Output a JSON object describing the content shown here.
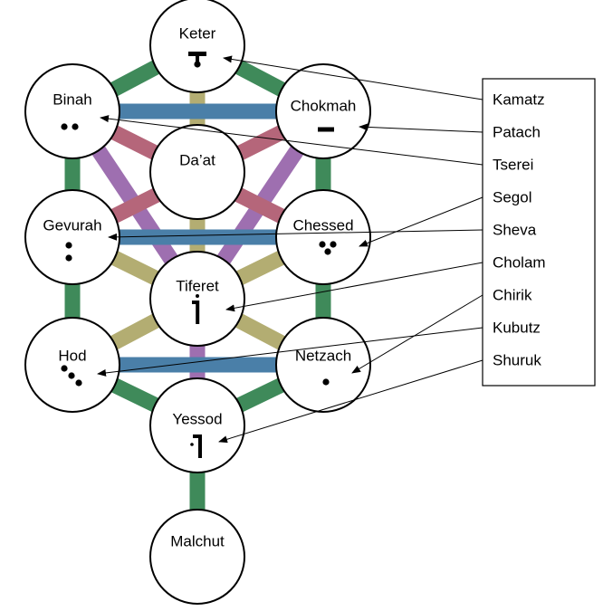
{
  "diagram": {
    "title": "Tree of Life with Hebrew vowel points",
    "colors": {
      "green": "#3f8a5a",
      "blue": "#4a7fa8",
      "olive": "#b3ad72",
      "rose": "#b5667a",
      "purple": "#9e6fb0",
      "outline": "#000000",
      "background": "#ffffff"
    },
    "sefirot": [
      {
        "id": "keter",
        "label": "Keter",
        "vowel": "Kamatz"
      },
      {
        "id": "binah",
        "label": "Binah",
        "vowel": "Tserei"
      },
      {
        "id": "chokmah",
        "label": "Chokmah",
        "vowel": "Patach"
      },
      {
        "id": "daat",
        "label": "Da’at",
        "vowel": ""
      },
      {
        "id": "gevurah",
        "label": "Gevurah",
        "vowel": "Sheva"
      },
      {
        "id": "chessed",
        "label": "Chessed",
        "vowel": "Segol"
      },
      {
        "id": "tiferet",
        "label": "Tiferet",
        "vowel": "Cholam"
      },
      {
        "id": "hod",
        "label": "Hod",
        "vowel": "Kubutz"
      },
      {
        "id": "netzach",
        "label": "Netzach",
        "vowel": "Chirik"
      },
      {
        "id": "yessod",
        "label": "Yessod",
        "vowel": "Shuruk"
      },
      {
        "id": "malchut",
        "label": "Malchut",
        "vowel": ""
      }
    ],
    "paths": [
      {
        "from": "keter",
        "to": "binah",
        "color": "green"
      },
      {
        "from": "keter",
        "to": "chokmah",
        "color": "green"
      },
      {
        "from": "keter",
        "to": "daat",
        "color": "olive"
      },
      {
        "from": "binah",
        "to": "chokmah",
        "color": "blue"
      },
      {
        "from": "binah",
        "to": "gevurah",
        "color": "green"
      },
      {
        "from": "chokmah",
        "to": "chessed",
        "color": "green"
      },
      {
        "from": "binah",
        "to": "tiferet",
        "color": "purple"
      },
      {
        "from": "chokmah",
        "to": "tiferet",
        "color": "purple"
      },
      {
        "from": "binah",
        "to": "chessed",
        "color": "rose"
      },
      {
        "from": "chokmah",
        "to": "gevurah",
        "color": "rose"
      },
      {
        "from": "daat",
        "to": "tiferet",
        "color": "olive"
      },
      {
        "from": "gevurah",
        "to": "chessed",
        "color": "blue"
      },
      {
        "from": "gevurah",
        "to": "tiferet",
        "color": "olive"
      },
      {
        "from": "chessed",
        "to": "tiferet",
        "color": "olive"
      },
      {
        "from": "gevurah",
        "to": "hod",
        "color": "green"
      },
      {
        "from": "chessed",
        "to": "netzach",
        "color": "green"
      },
      {
        "from": "tiferet",
        "to": "hod",
        "color": "olive"
      },
      {
        "from": "tiferet",
        "to": "netzach",
        "color": "olive"
      },
      {
        "from": "tiferet",
        "to": "yessod",
        "color": "purple"
      },
      {
        "from": "hod",
        "to": "netzach",
        "color": "blue"
      },
      {
        "from": "hod",
        "to": "yessod",
        "color": "green"
      },
      {
        "from": "netzach",
        "to": "yessod",
        "color": "green"
      },
      {
        "from": "yessod",
        "to": "malchut",
        "color": "green"
      }
    ],
    "legend": {
      "items": [
        "Kamatz",
        "Patach",
        "Tserei",
        "Segol",
        "Sheva",
        "Cholam",
        "Chirik",
        "Kubutz",
        "Shuruk"
      ]
    },
    "arrows": [
      {
        "from": "Kamatz",
        "to": "keter"
      },
      {
        "from": "Patach",
        "to": "chokmah"
      },
      {
        "from": "Tserei",
        "to": "binah"
      },
      {
        "from": "Segol",
        "to": "chessed"
      },
      {
        "from": "Sheva",
        "to": "gevurah"
      },
      {
        "from": "Cholam",
        "to": "tiferet"
      },
      {
        "from": "Chirik",
        "to": "netzach"
      },
      {
        "from": "Kubutz",
        "to": "hod"
      },
      {
        "from": "Shuruk",
        "to": "yessod"
      }
    ]
  }
}
